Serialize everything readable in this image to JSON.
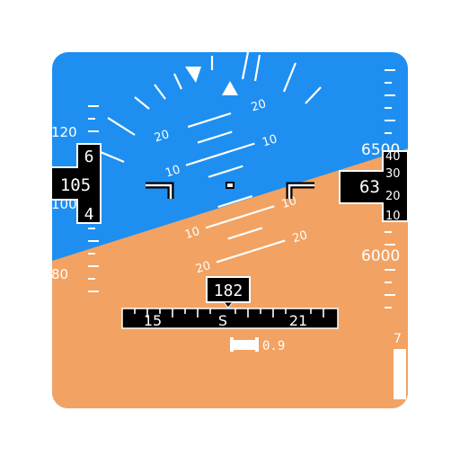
{
  "colors": {
    "sky": "#1e8ff0",
    "ground": "#f2a262",
    "symbol": "#ffffff",
    "box": "#000000",
    "background": "#ffffff"
  },
  "attitude": {
    "pitch_up_labels": [
      "10",
      "10",
      "20",
      "20"
    ],
    "pitch_down_labels": [
      "10",
      "10",
      "20",
      "20"
    ]
  },
  "speed_tape": {
    "tick_labels": [
      "120",
      "100",
      "80"
    ],
    "readout_top": "6",
    "readout_main": "105",
    "readout_bottom": "4"
  },
  "altitude_tape": {
    "tick_labels": [
      "6500",
      "6000"
    ],
    "readout_main": "63",
    "readout_drum": [
      "40",
      "30",
      "20",
      "10"
    ],
    "vsi_label": "7"
  },
  "heading": {
    "bug_value": "182",
    "scale_labels": [
      "15",
      "S",
      "21"
    ]
  },
  "slip": {
    "value": "0.9"
  }
}
